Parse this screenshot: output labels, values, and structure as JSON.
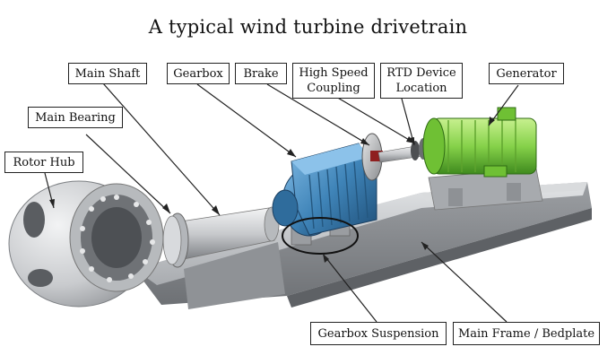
{
  "title": "A typical wind turbine drivetrain",
  "labels": {
    "main_shaft": "Main Shaft",
    "gearbox": "Gearbox",
    "brake": "Brake",
    "high_speed_coupling": [
      "High Speed",
      "Coupling"
    ],
    "rtd_device_location": [
      "RTD Device",
      "Location"
    ],
    "generator": "Generator",
    "main_bearing": "Main Bearing",
    "rotor_hub": "Rotor Hub",
    "gearbox_suspension": "Gearbox Suspension",
    "main_frame": "Main Frame / Bedplate"
  },
  "colors": {
    "frame": "#b9bcc0",
    "gearbox": "#3f84b8",
    "generator": "#86d24a",
    "hub": "#d3d5d8"
  }
}
